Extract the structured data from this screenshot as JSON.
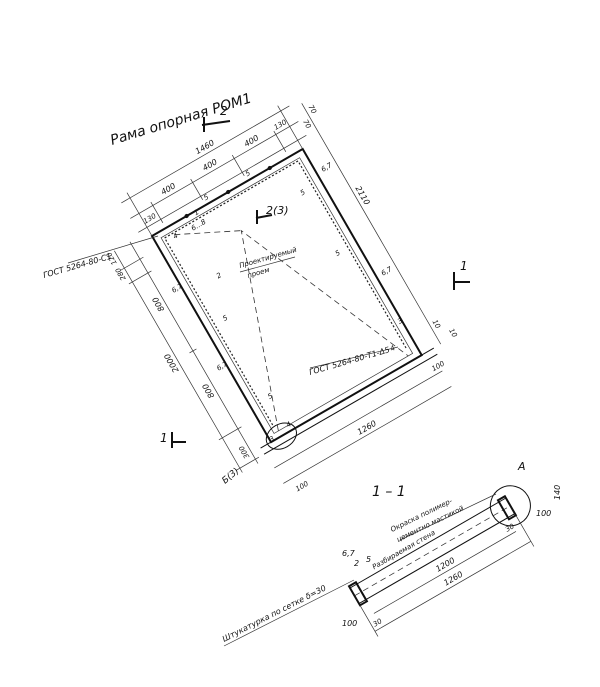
{
  "title": "Рама опорная РОМ1",
  "section_marks": {
    "top": "2",
    "right": "1",
    "left": "1",
    "inner": "2(3)",
    "bottom_label": "Б(3)"
  },
  "plan_dimensions": {
    "overall_width": "1460",
    "segment_a": "400",
    "segment_b": "400",
    "segment_c": "400",
    "edge_left": "130",
    "edge_right": "130",
    "top_offset_1": "70",
    "top_offset_2": "70",
    "height_total": "2000",
    "height_upper": "800",
    "height_lower": "800",
    "height_top_part": "280",
    "height_top_small": "120",
    "height_bottom": "300",
    "right_height": "2110",
    "right_offset": "10",
    "right_offset_2": "10",
    "bottom_width": "1260",
    "bottom_edge": "100",
    "bottom_edge_right": "100"
  },
  "plan_callouts": {
    "gost_left": "ГОСТ 5264-80-С1",
    "gost_right": "ГОСТ 5264-80-Т1-Δ5",
    "opening_1": "Проектируемый",
    "opening_2": "проем",
    "weld_spacing": "6...8",
    "n1": "1",
    "n2": "2",
    "n3": "3",
    "n4": "4",
    "n5": "5",
    "n67": "6,7"
  },
  "section": {
    "title": "1 – 1",
    "detail_mark": "А",
    "coating_1": "Окраска полимер-",
    "coating_2": "цементно мастикой",
    "wall": "Разбираемая стена",
    "plaster": "Штукатурка по сетке δ=30",
    "dim_1200": "1200",
    "dim_1260": "1260",
    "dim_30_left": "30",
    "dim_30_right": "30",
    "dim_100_left": "100",
    "dim_100_right": "100",
    "dim_140": "140",
    "label_67": "6,7",
    "label_2": "2",
    "label_5": "5"
  }
}
